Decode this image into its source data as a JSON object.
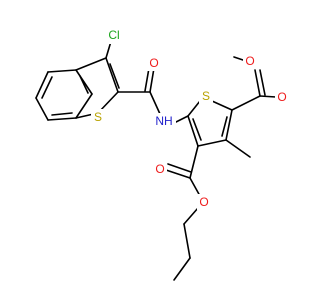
{
  "molecule": {
    "atoms": {
      "cl": {
        "text": "Cl",
        "color": "#1fa51f"
      },
      "s_benzothiophene": {
        "text": "S",
        "color": "#b8a200"
      },
      "o_amide": {
        "text": "O",
        "color": "#ee1c1c"
      },
      "nh": {
        "text": "NH",
        "color": "#2222cc"
      },
      "s_thiophene": {
        "text": "S",
        "color": "#b8a200"
      },
      "o_methyl_ester_carbonyl": {
        "text": "O",
        "color": "#ee1c1c"
      },
      "o_methyl_ester_ether": {
        "text": "O",
        "color": "#ee1c1c"
      },
      "o_propyl_ester_carbonyl": {
        "text": "O",
        "color": "#ee1c1c"
      },
      "o_propyl_ester_ether": {
        "text": "O",
        "color": "#ee1c1c"
      }
    }
  }
}
